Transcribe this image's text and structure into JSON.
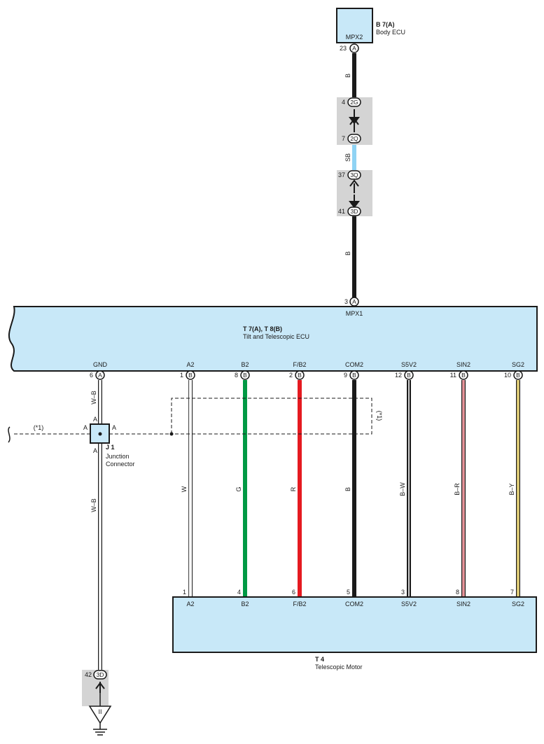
{
  "colors": {
    "component_fill": "#c8e8f8",
    "connector_fill": "#d4d4d4",
    "wire_B": "#1a1a1a",
    "wire_SB": "#8fd3f4",
    "wire_G": "#009944",
    "wire_R": "#e51a20",
    "wire_W": "#ffffff",
    "wire_B_W": "#1a1a1a",
    "wire_B_R": "#e8959b",
    "wire_B_Y": "#e6d27a",
    "wire_W_B": "#ffffff"
  },
  "body_ecu": {
    "id": "B 7(A)",
    "name": "Body ECU",
    "terminal": "MPX2",
    "pin": "23",
    "circle": "A"
  },
  "connectors_top": [
    {
      "pin": "4",
      "circle": "2G"
    },
    {
      "pin": "7",
      "circle": "2Q"
    },
    {
      "pin": "37",
      "circle": "3Q"
    },
    {
      "pin": "41",
      "circle": "3D"
    }
  ],
  "wire_labels_top": [
    "B",
    "SB",
    "B"
  ],
  "tilt_ecu": {
    "id": "T 7(A), T 8(B)",
    "name": "Tilt and Telescopic ECU",
    "top_pin": "3",
    "top_circle": "A",
    "top_terminal": "MPX1",
    "terminals": [
      {
        "name": "GND",
        "pin": "6",
        "circle": "A"
      },
      {
        "name": "A2",
        "pin": "1",
        "circle": "B"
      },
      {
        "name": "B2",
        "pin": "8",
        "circle": "B"
      },
      {
        "name": "F/B2",
        "pin": "2",
        "circle": "B"
      },
      {
        "name": "COM2",
        "pin": "9",
        "circle": "B"
      },
      {
        "name": "S5V2",
        "pin": "12",
        "circle": "B"
      },
      {
        "name": "SIN2",
        "pin": "11",
        "circle": "B"
      },
      {
        "name": "SG2",
        "pin": "10",
        "circle": "B"
      }
    ]
  },
  "wires": [
    {
      "label": "W"
    },
    {
      "label": "G"
    },
    {
      "label": "R"
    },
    {
      "label": "B"
    },
    {
      "label": "B–W"
    },
    {
      "label": "B–R"
    },
    {
      "label": "B–Y"
    }
  ],
  "gnd_wire_labels": [
    "W–B",
    "W–B"
  ],
  "junction": {
    "id": "J 1",
    "name_line1": "Junction",
    "name_line2": "Connector",
    "pin_top": "A",
    "pin_left": "A",
    "pin_right": "A",
    "pin_bottom": "A"
  },
  "shield_note": "(*1)",
  "shield_note_right": "(*1)",
  "motor": {
    "id": "T 4",
    "name": "Telescopic Motor",
    "terminals": [
      {
        "name": "A2",
        "pin": "1"
      },
      {
        "name": "B2",
        "pin": "4"
      },
      {
        "name": "F/B2",
        "pin": "6"
      },
      {
        "name": "COM2",
        "pin": "5"
      },
      {
        "name": "S5V2",
        "pin": "3"
      },
      {
        "name": "SIN2",
        "pin": "8"
      },
      {
        "name": "SG2",
        "pin": "7"
      }
    ]
  },
  "ground_connector": {
    "pin": "42",
    "circle": "3D",
    "ground_label": "II"
  }
}
